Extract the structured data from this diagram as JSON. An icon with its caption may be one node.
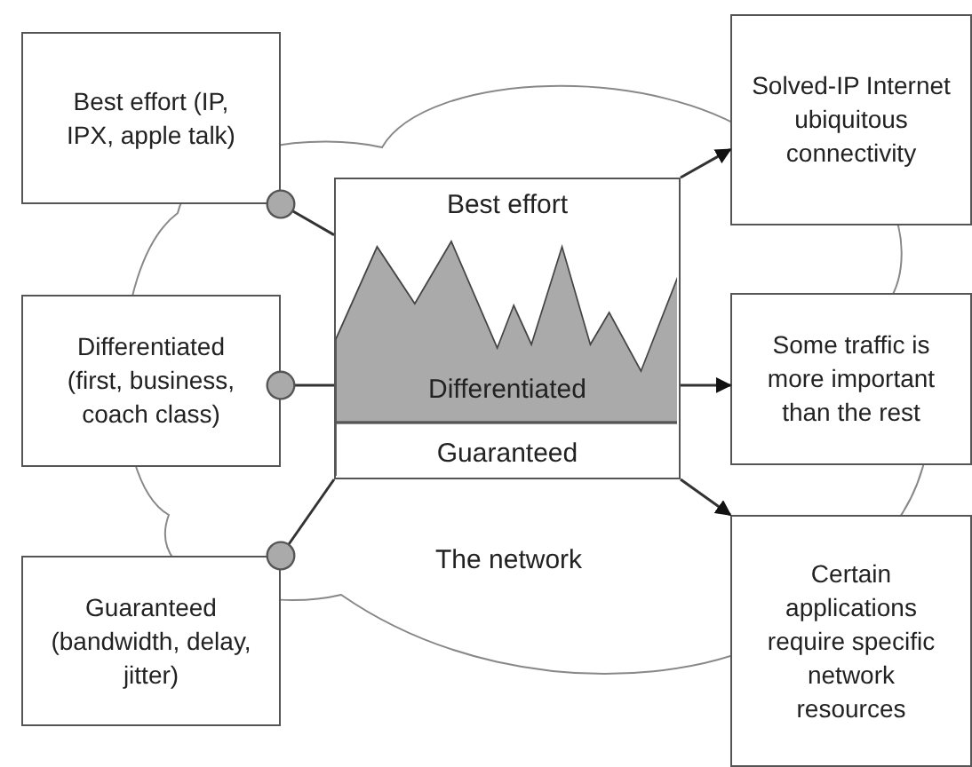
{
  "diagram": {
    "nodes": [
      {
        "text": [
          "Best effort (IP, IPX, apple talk)"
        ]
      },
      {
        "text": [
          "Differentiated (first, business, coach class)"
        ]
      },
      {
        "text": [
          "Guaranteed (bandwidth, delay, jitter)"
        ]
      },
      {
        "text": [
          "The network"
        ]
      },
      {
        "text": [
          "Best effort",
          "Differentiated",
          "Guaranteed"
        ],
        "in": 3
      },
      {
        "text": [
          "Solved-IP Internet ubiquitous connectivity"
        ]
      },
      {
        "text": [
          "Some traffic is more important than the rest"
        ]
      },
      {
        "text": [
          "Certain applications require specific network resources"
        ]
      }
    ],
    "edges": [
      {
        "from": 0,
        "to": 4,
        "arrow": "other"
      },
      {
        "from": 1,
        "to": 4,
        "arrow": "other"
      },
      {
        "from": 2,
        "to": 4,
        "arrow": "other"
      },
      {
        "from": 4,
        "to": 5,
        "arrow": "to"
      },
      {
        "from": 4,
        "to": 6,
        "arrow": "to"
      },
      {
        "from": 4,
        "to": 7,
        "arrow": "to"
      }
    ]
  }
}
